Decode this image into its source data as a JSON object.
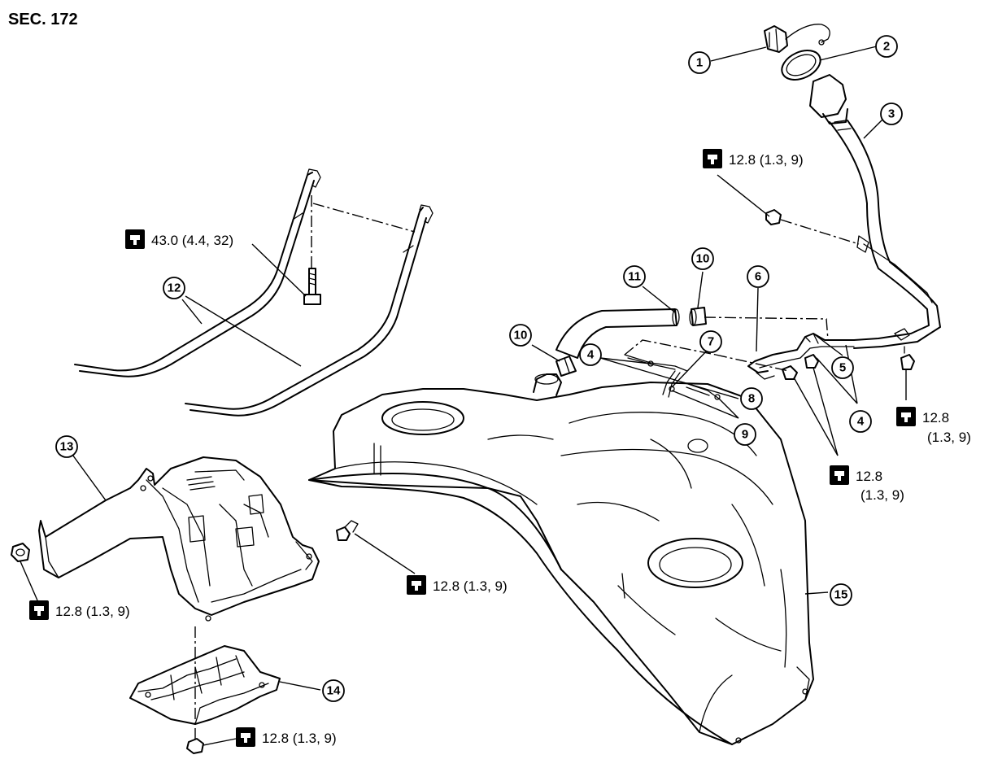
{
  "section": "SEC. 172",
  "callouts": {
    "c1": "1",
    "c2": "2",
    "c3": "3",
    "c4a": "4",
    "c4b": "4",
    "c5": "5",
    "c6": "6",
    "c7": "7",
    "c8": "8",
    "c9": "9",
    "c10a": "10",
    "c10b": "10",
    "c11": "11",
    "c12": "12",
    "c13": "13",
    "c14": "14",
    "c15": "15"
  },
  "torques": {
    "t_filler": "12.8 (1.3, 9)",
    "t_strap": "43.0 (4.4, 32)",
    "t_right_top": "12.8",
    "t_right_bot": "(1.3, 9)",
    "t_mid_top": "12.8",
    "t_mid_bot": "(1.3, 9)",
    "t_heatshield": "12.8 (1.3, 9)",
    "t_left": "12.8 (1.3, 9)",
    "t_bottom": "12.8 (1.3, 9)"
  },
  "icons": {
    "torque": "torque-wrench-icon"
  }
}
